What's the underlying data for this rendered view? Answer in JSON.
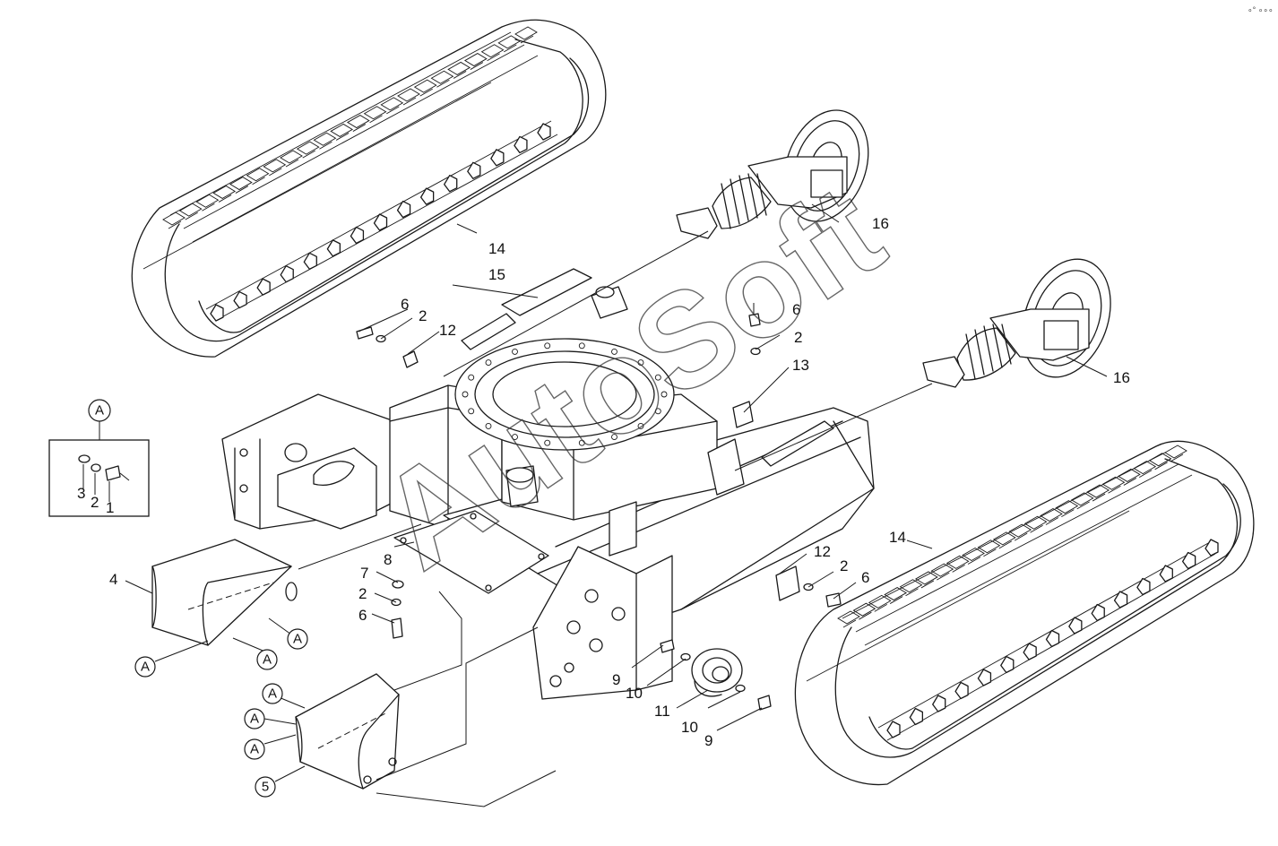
{
  "watermark": "AutoSoft",
  "corner_mark": "∘° ∘∘∘",
  "inset": {
    "title": "A",
    "labels": [
      "3",
      "2",
      "1"
    ]
  },
  "callouts": {
    "c1": "1",
    "c2": "2",
    "c3": "3",
    "c4": "4",
    "c5": "5",
    "c6": "6",
    "c7": "7",
    "c8": "8",
    "c9": "9",
    "c10": "10",
    "c11": "11",
    "c12": "12",
    "c13": "13",
    "c14": "14",
    "c15": "15",
    "c16": "16",
    "cA": "A"
  }
}
